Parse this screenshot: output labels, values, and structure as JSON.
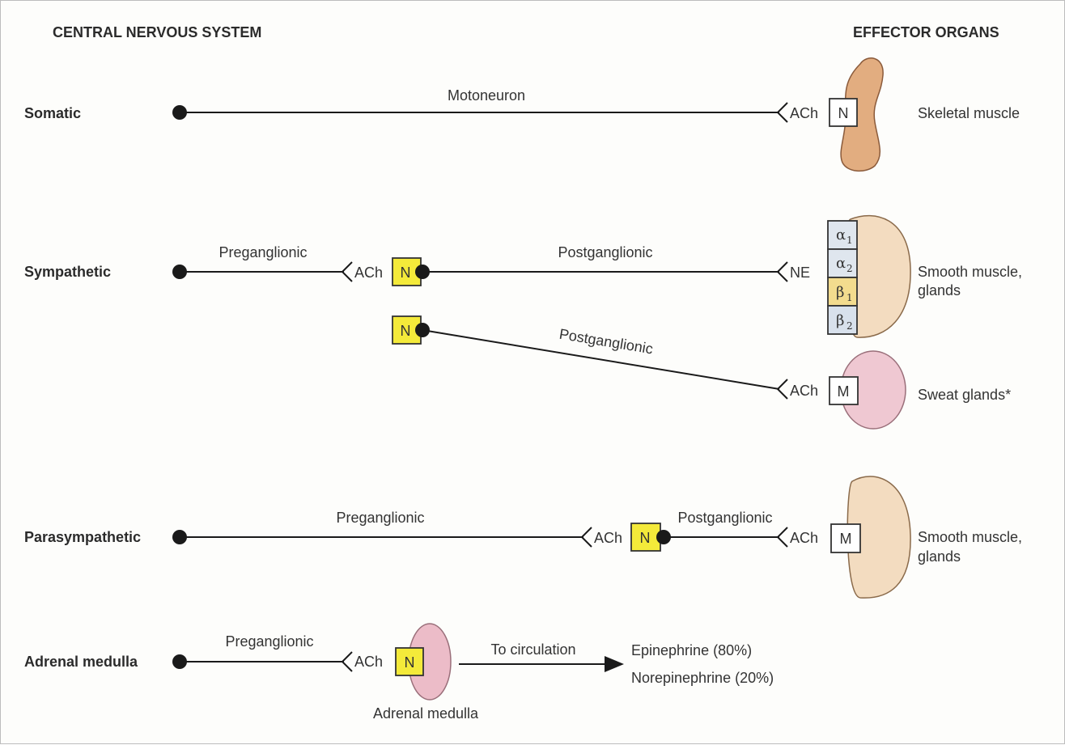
{
  "headers": {
    "cns": "CENTRAL NERVOUS SYSTEM",
    "effectors": "EFFECTOR ORGANS"
  },
  "rows": {
    "somatic": {
      "label": "Somatic",
      "fiber": "Motoneuron",
      "transmitter": "ACh",
      "receptor": "N",
      "effector": "Skeletal muscle"
    },
    "sympathetic": {
      "label": "Sympathetic",
      "preganglionic": "Preganglionic",
      "pre_transmitter": "ACh",
      "ganglion_receptor": "N",
      "postganglionic": "Postganglionic",
      "post_transmitter": "NE",
      "effector_line1": "Smooth muscle,",
      "effector_line2": "glands",
      "receptors": [
        {
          "symbol": "α",
          "sub": "1"
        },
        {
          "symbol": "α",
          "sub": "2"
        },
        {
          "symbol": "β",
          "sub": "1"
        },
        {
          "symbol": "β",
          "sub": "2"
        }
      ],
      "sweat": {
        "ganglion_receptor": "N",
        "postganglionic": "Postganglionic",
        "transmitter": "ACh",
        "receptor": "M",
        "effector": "Sweat glands*"
      }
    },
    "parasympathetic": {
      "label": "Parasympathetic",
      "preganglionic": "Preganglionic",
      "pre_transmitter": "ACh",
      "ganglion_receptor": "N",
      "postganglionic": "Postganglionic",
      "post_transmitter": "ACh",
      "receptor": "M",
      "effector_line1": "Smooth muscle,",
      "effector_line2": "glands"
    },
    "adrenal": {
      "label": "Adrenal medulla",
      "preganglionic": "Preganglionic",
      "transmitter": "ACh",
      "receptor": "N",
      "organ": "Adrenal medulla",
      "arrow_label": "To circulation",
      "output1": "Epinephrine (80%)",
      "output2": "Norepinephrine (20%)"
    }
  },
  "colors": {
    "ganglion_receptor": "#f4ea3a",
    "skeletal_muscle": "#e2ad80",
    "smooth_muscle": "#f3dcc0",
    "sweat_gland": "#efc8d2",
    "adrenal": "#ecbcc8",
    "alpha_receptor": "#dfe6ee",
    "beta1_receptor": "#f3dc8e",
    "beta2_receptor": "#d8e1ec"
  }
}
